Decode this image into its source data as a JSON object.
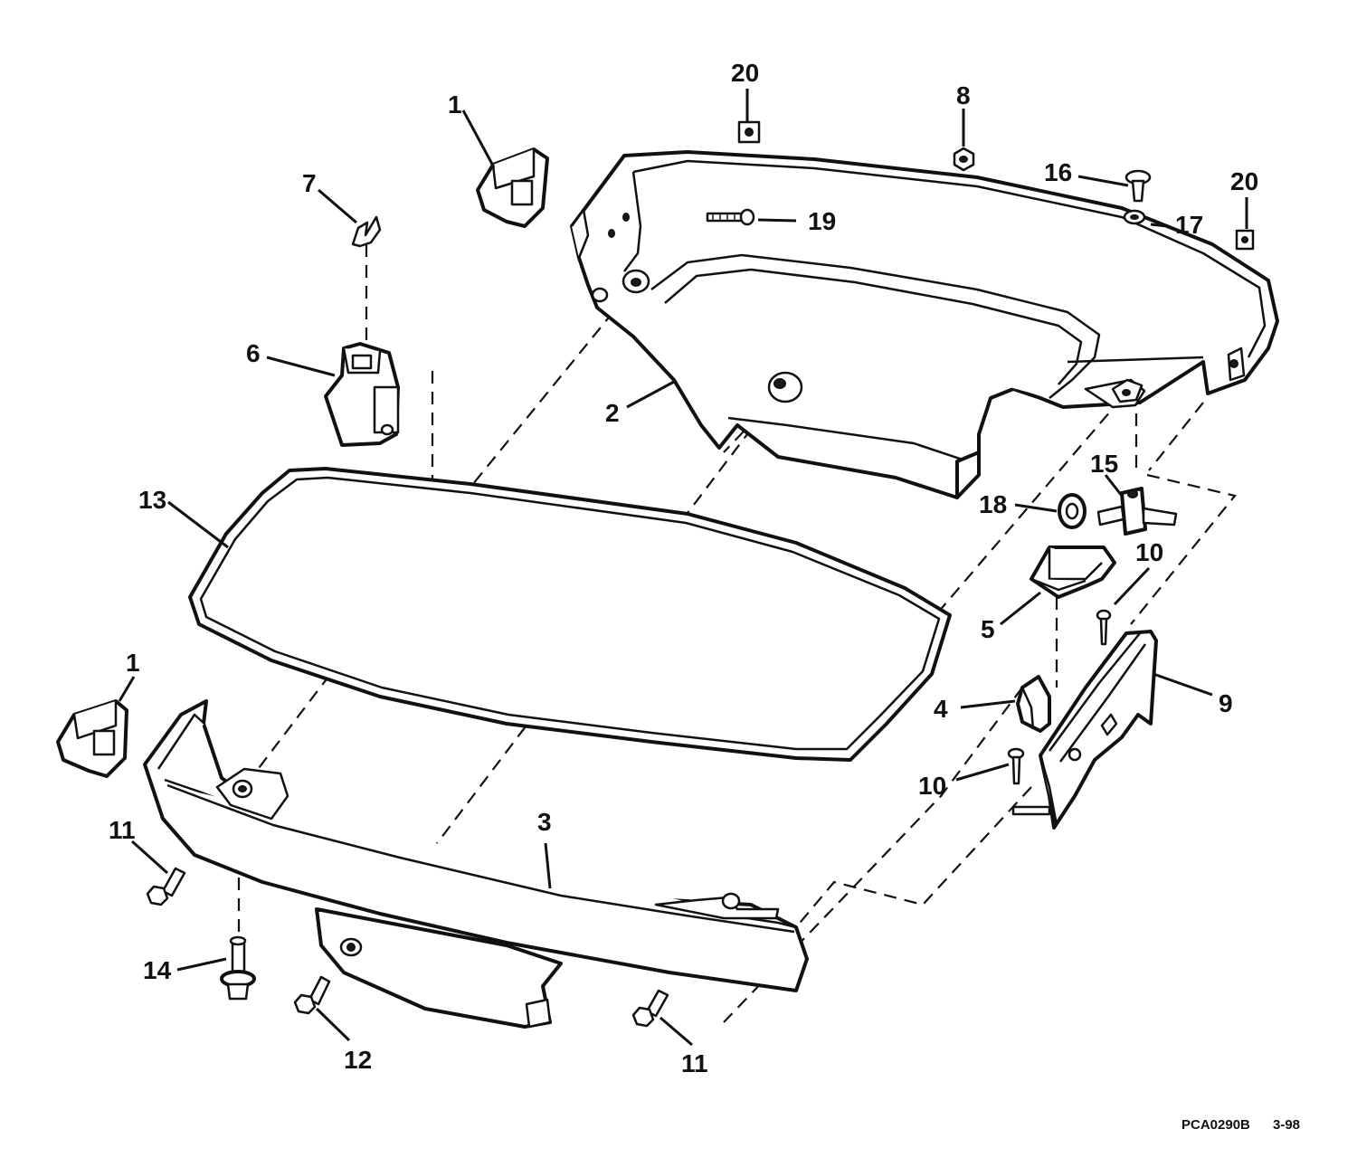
{
  "callouts": {
    "c1_top": "1",
    "c1_bottom": "1",
    "c2": "2",
    "c3": "3",
    "c4": "4",
    "c5": "5",
    "c6": "6",
    "c7": "7",
    "c8": "8",
    "c9": "9",
    "c10_upper": "10",
    "c10_lower": "10",
    "c11_left": "11",
    "c11_bottom": "11",
    "c12": "12",
    "c13": "13",
    "c14": "14",
    "c15": "15",
    "c16": "16",
    "c17": "17",
    "c18": "18",
    "c19": "19",
    "c20_left": "20",
    "c20_right": "20"
  },
  "drawing_code": {
    "id": "PCA0290B",
    "date": "3-98"
  }
}
